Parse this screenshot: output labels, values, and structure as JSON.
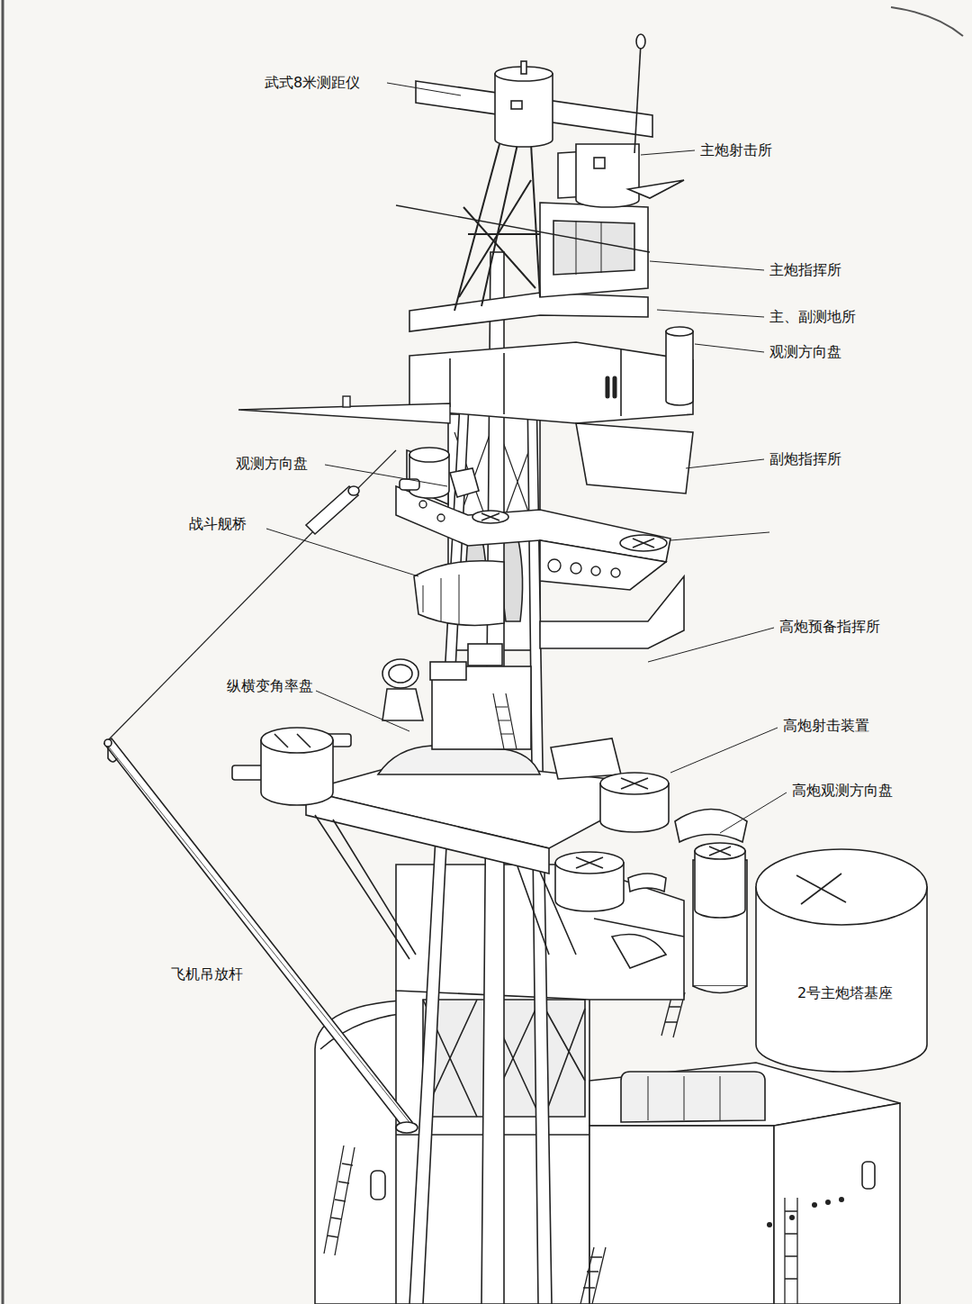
{
  "diagram": {
    "labels": [
      "武式8米测距仪",
      "主炮射击所",
      "主炮指挥所",
      "主、副测地所",
      "观测方向盘",
      "副炮指挥所",
      "观测方向盘",
      "战斗舰桥",
      "高炮预备指挥所",
      "纵横变角率盘",
      "高炮射击装置",
      "高炮观测方向盘",
      "飞机吊放杆",
      "2号主炮塔基座"
    ]
  }
}
